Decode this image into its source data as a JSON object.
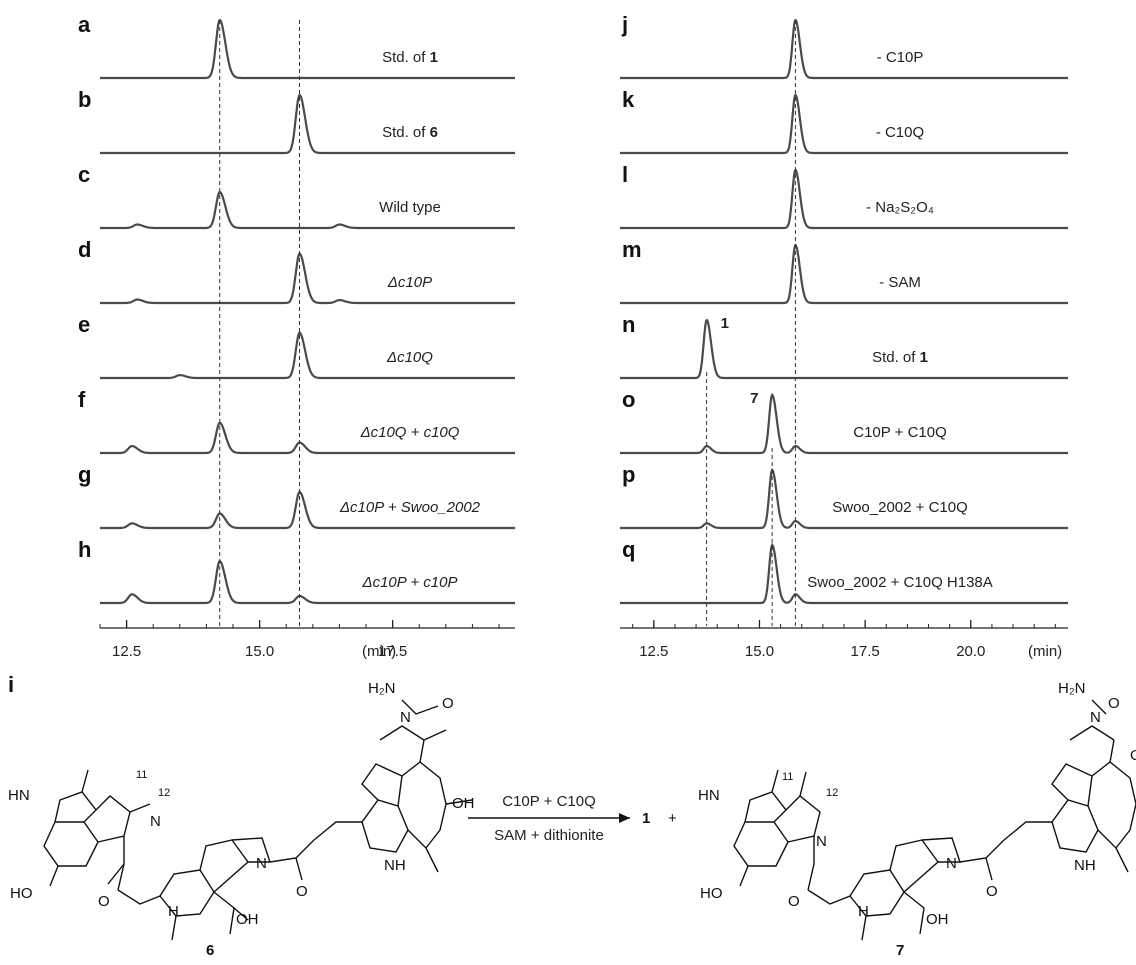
{
  "panels_left": [
    {
      "letter": "a",
      "label": "Std. of ",
      "bold_suffix": "1",
      "italic": false,
      "peaks": [
        {
          "t": 14.25,
          "h": 1.0
        }
      ]
    },
    {
      "letter": "b",
      "label": "Std. of ",
      "bold_suffix": "6",
      "italic": false,
      "peaks": [
        {
          "t": 15.75,
          "h": 1.0
        }
      ]
    },
    {
      "letter": "c",
      "label": "Wild type",
      "bold_suffix": "",
      "italic": false,
      "peaks": [
        {
          "t": 12.7,
          "h": 0.06
        },
        {
          "t": 14.25,
          "h": 0.62
        },
        {
          "t": 16.5,
          "h": 0.06
        }
      ]
    },
    {
      "letter": "d",
      "label": "Δc10P",
      "bold_suffix": "",
      "italic": true,
      "peaks": [
        {
          "t": 12.7,
          "h": 0.06
        },
        {
          "t": 15.75,
          "h": 0.85
        },
        {
          "t": 16.5,
          "h": 0.05
        }
      ]
    },
    {
      "letter": "e",
      "label": "Δc10Q",
      "bold_suffix": "",
      "italic": true,
      "peaks": [
        {
          "t": 13.5,
          "h": 0.05
        },
        {
          "t": 15.75,
          "h": 0.78
        }
      ]
    },
    {
      "letter": "f",
      "label": "Δc10Q + c10Q",
      "bold_suffix": "",
      "italic": true,
      "peaks": [
        {
          "t": 12.6,
          "h": 0.12
        },
        {
          "t": 14.25,
          "h": 0.52
        },
        {
          "t": 15.75,
          "h": 0.18
        }
      ]
    },
    {
      "letter": "g",
      "label": "Δc10P + Swoo_2002",
      "bold_suffix": "",
      "italic": true,
      "peaks": [
        {
          "t": 12.6,
          "h": 0.08
        },
        {
          "t": 14.25,
          "h": 0.25
        },
        {
          "t": 15.75,
          "h": 0.62
        }
      ]
    },
    {
      "letter": "h",
      "label": "Δc10P + c10P",
      "bold_suffix": "",
      "italic": true,
      "peaks": [
        {
          "t": 12.6,
          "h": 0.15
        },
        {
          "t": 14.25,
          "h": 0.72
        },
        {
          "t": 15.75,
          "h": 0.12
        }
      ]
    }
  ],
  "panels_right": [
    {
      "letter": "j",
      "label": "- C10P",
      "peaks": [
        {
          "t": 15.85,
          "h": 1.0
        }
      ]
    },
    {
      "letter": "k",
      "label": "- C10Q",
      "peaks": [
        {
          "t": 15.85,
          "h": 1.0
        }
      ]
    },
    {
      "letter": "l",
      "label": "- Na₂S₂O₄",
      "peaks": [
        {
          "t": 15.85,
          "h": 1.0
        }
      ]
    },
    {
      "letter": "m",
      "label": "- SAM",
      "peaks": [
        {
          "t": 15.85,
          "h": 1.0
        }
      ]
    },
    {
      "letter": "n",
      "label": "Std. of ",
      "bold_suffix": "1",
      "peaks": [
        {
          "t": 13.75,
          "h": 1.0
        }
      ],
      "peak_tag": "1"
    },
    {
      "letter": "o",
      "label": "C10P + C10Q",
      "peaks": [
        {
          "t": 13.75,
          "h": 0.12
        },
        {
          "t": 15.3,
          "h": 1.0
        },
        {
          "t": 15.85,
          "h": 0.12
        }
      ],
      "peak_tag": "7"
    },
    {
      "letter": "p",
      "label": "Swoo_2002 + C10Q",
      "peaks": [
        {
          "t": 13.75,
          "h": 0.08
        },
        {
          "t": 15.3,
          "h": 1.0
        },
        {
          "t": 15.85,
          "h": 0.12
        }
      ]
    },
    {
      "letter": "q",
      "label": "Swoo_2002 + C10Q H138A",
      "peaks": [
        {
          "t": 15.3,
          "h": 1.0
        },
        {
          "t": 15.85,
          "h": 0.15
        }
      ]
    }
  ],
  "axis_left": {
    "ticks": [
      "12.5",
      "15.0",
      "17.5"
    ],
    "tick_values": [
      12.5,
      15.0,
      17.5
    ],
    "unit": "(min)",
    "range": [
      12.0,
      19.8
    ]
  },
  "axis_right": {
    "ticks": [
      "12.5",
      "15.0",
      "17.5",
      "20.0"
    ],
    "tick_values": [
      12.5,
      15.0,
      17.5,
      20.0
    ],
    "unit": "(min)",
    "range": [
      11.7,
      22.3
    ]
  },
  "scheme": {
    "panel_letter": "i",
    "compound_left": "6",
    "compound_right": "7",
    "arrow_top": "C10P + C10Q",
    "arrow_bottom": "SAM + dithionite",
    "product": "1",
    "plus": "+",
    "atoms": {
      "h2n": "H₂N",
      "o": "O",
      "oh": "OH",
      "nh": "NH",
      "hn": "HN",
      "ho": "HO",
      "n": "N",
      "h": "H",
      "c11": "11",
      "c12": "12"
    }
  },
  "colors": {
    "trace": "#4a4a4a",
    "axis": "#222222",
    "dashed": "#333333"
  }
}
